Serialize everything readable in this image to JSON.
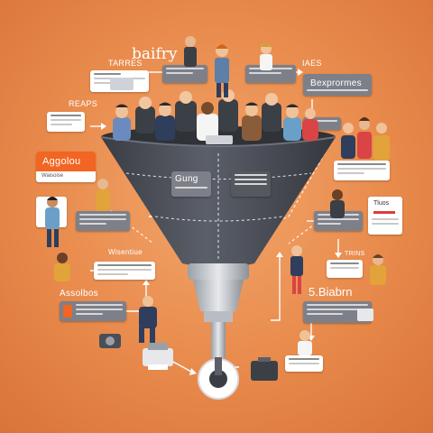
{
  "title": "baifry",
  "labels": {
    "top_left": "TARRES",
    "top_right": "IAES",
    "right_banner": "Bexprormes",
    "left_small": "REAPS",
    "orange_card": "Aggolou",
    "orange_card_sub": "Waisoise",
    "funnel_left": "Gung",
    "left_mid": "Wisentiue",
    "right_mid": "Tluos",
    "right_small": "TRINS",
    "left_low": "Assolbos",
    "right_low": "5.Biabrn"
  },
  "colors": {
    "background": "#e88a4c",
    "funnel": "#4a4e57",
    "orange_accent": "#f26522",
    "card": "#ffffff",
    "gray_card": "#7d8088"
  },
  "icons": [
    "funnel-graphic",
    "valve-icon",
    "laptop-icon",
    "printer-icon",
    "camera-icon",
    "briefcase-icon",
    "document-icon"
  ]
}
